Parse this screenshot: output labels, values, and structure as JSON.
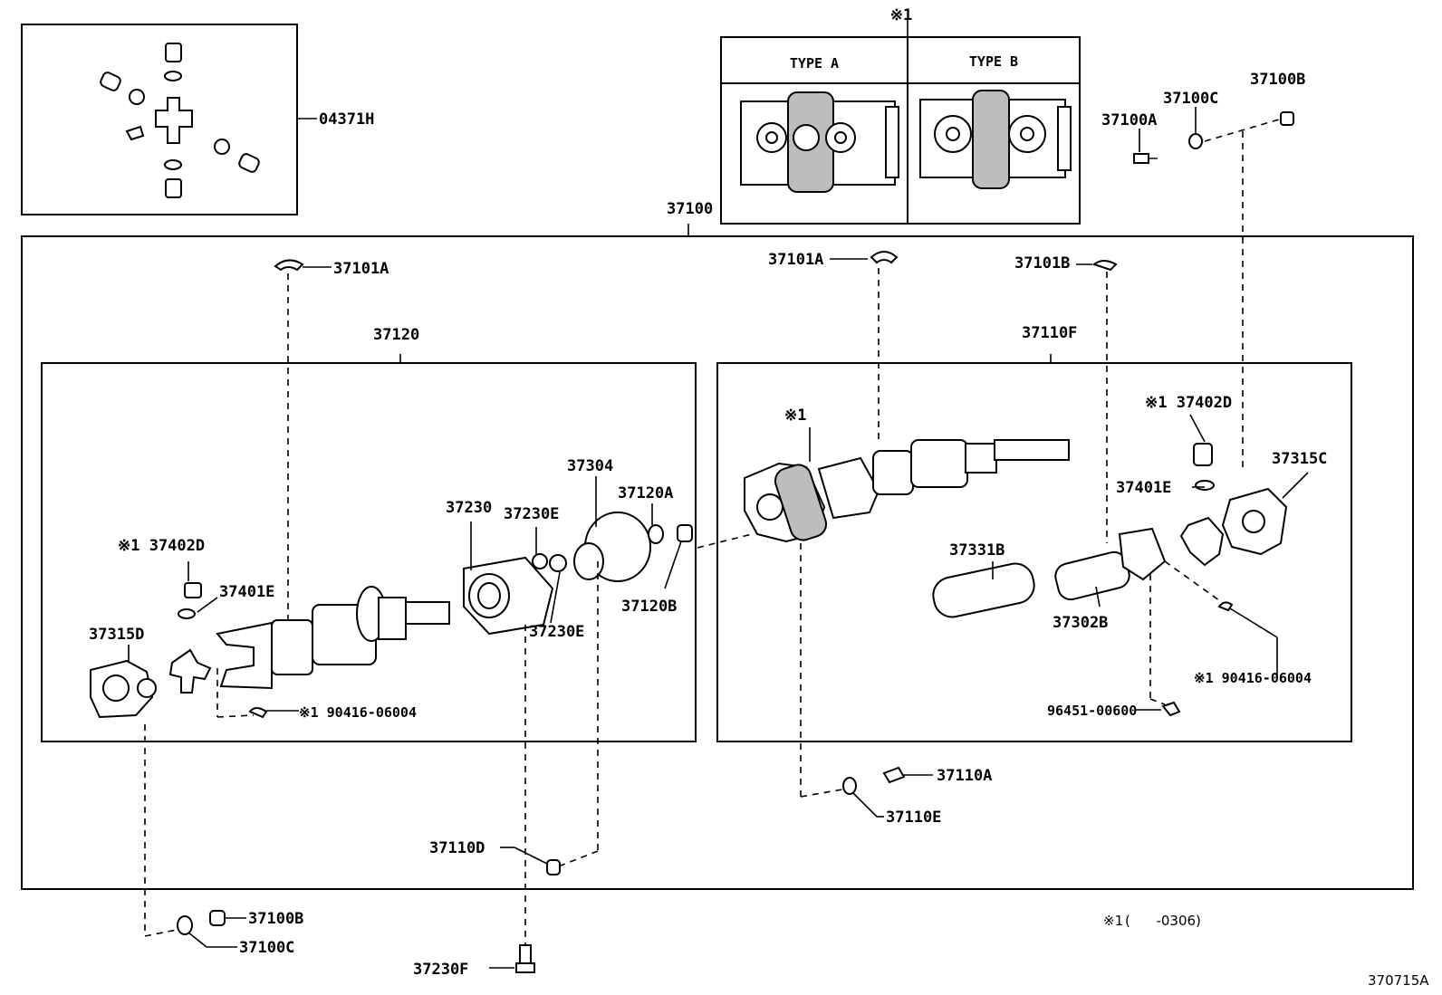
{
  "notes": {
    "mark_top": "※1",
    "type_a": "TYPE A",
    "type_b": "TYPE B",
    "footnote_mark": "※1",
    "footnote_text": "(      -0306)",
    "illustration_no": "370715A"
  },
  "labels": {
    "p04371H": "04371H",
    "p37100": "37100",
    "p37100A": "37100A",
    "p37100B_top": "37100B",
    "p37100C_top": "37100C",
    "p37101A_left": "37101A",
    "p37101A_mid": "37101A",
    "p37101B": "37101B",
    "p37120": "37120",
    "p37110F": "37110F",
    "mark_center": "※1",
    "p37402D_right": "※1 37402D",
    "p37401E_right": "37401E",
    "p37315C": "37315C",
    "p37331B": "37331B",
    "p37302B": "37302B",
    "p90416_right": "※1 90416-06004",
    "p96451": "96451-00600",
    "p37304": "37304",
    "p37120A": "37120A",
    "p37230": "37230",
    "p37230E_top": "37230E",
    "p37230E_bot": "37230E",
    "p37120B": "37120B",
    "p37402D_left": "※1 37402D",
    "p37401E_left": "37401E",
    "p37315D": "37315D",
    "p90416_left": "※1 90416-06004",
    "p37110A": "37110A",
    "p37110E": "37110E",
    "p37110D": "37110D",
    "p37100B_bot": "37100B",
    "p37100C_bot": "37100C",
    "p37230F": "37230F"
  }
}
